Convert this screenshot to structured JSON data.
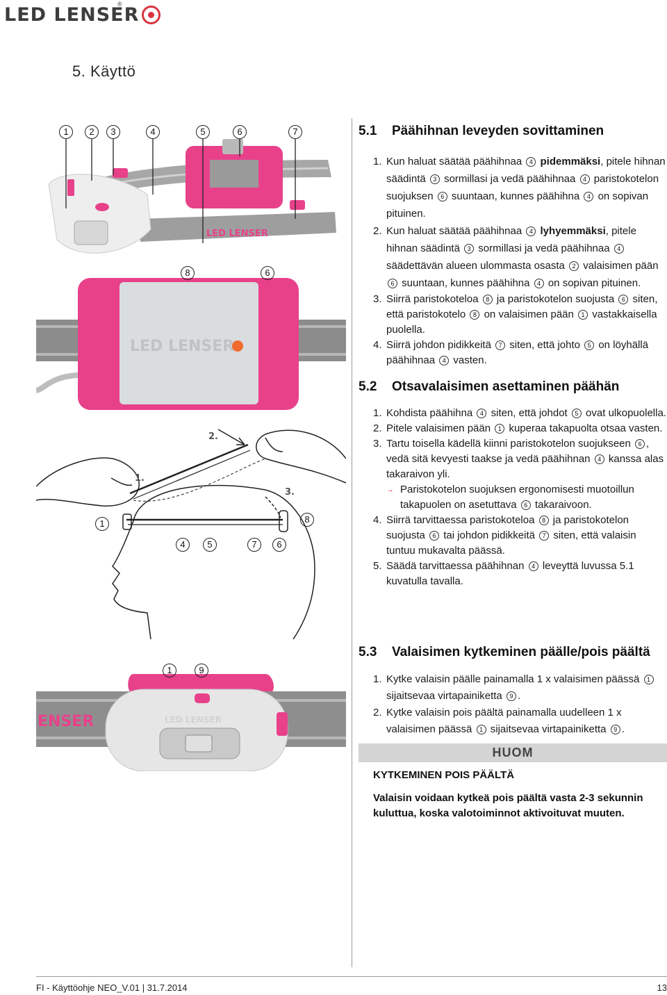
{
  "header": {
    "brand": "LED LENSER",
    "reg": "®",
    "chapter": "5. Käyttö"
  },
  "figure1": {
    "top_callouts": [
      "1",
      "2",
      "3",
      "4",
      "5",
      "6",
      "7"
    ],
    "mid_callouts": [
      "8",
      "6"
    ],
    "brand_text": "LED LENSER",
    "brand_text_2": "LED LENSER"
  },
  "figure2": {
    "steps": [
      "1.",
      "2.",
      "3."
    ],
    "callouts": [
      "1",
      "4",
      "5",
      "7",
      "6",
      "8"
    ]
  },
  "figure3": {
    "callouts": [
      "1",
      "9"
    ],
    "brand_text": "LED LENSER",
    "brand_text_2": "ENSER"
  },
  "section1": {
    "num": "5.1",
    "title": "Päähihnan leveyden sovittaminen",
    "steps": [
      {
        "n": "1.",
        "t1": "Kun haluat säätää päähihnaa",
        "c1": "4",
        "b1": "pidemmäksi",
        "t2": ", pitele hihnan säädintä",
        "c2": "3",
        "t3": "sormillasi ja vedä päähihnaa",
        "c3": "4",
        "t4": "paristokotelon suojuksen",
        "c4": "6",
        "t5": "suuntaan, kunnes päähihna",
        "c5": "4",
        "t6": "on sopivan pituinen."
      },
      {
        "n": "2.",
        "t1": "Kun haluat säätää päähihnaa",
        "c1": "4",
        "b1": "lyhyemmäksi",
        "t2": ", pitele hihnan säädintä",
        "c2": "3",
        "t3": "sormillasi ja vedä päähihnaa",
        "c3": "4",
        "t4": "säädettävän alueen ulommasta osasta",
        "c4": "2",
        "t5": "valaisimen pään",
        "c5": "6",
        "t6": "suuntaan, kunnes päähihna",
        "c6": "4",
        "t7": "on sopivan pituinen."
      },
      {
        "n": "3.",
        "t1": "Siirrä paristokoteloa",
        "c1": "8",
        "t2": "ja paristokotelon suojusta",
        "c2": "6",
        "t3": "siten, että paristokotelo",
        "c3": "8",
        "t4": "on valaisimen pään",
        "c4": "1",
        "t5": "vastakkaisella puolella."
      },
      {
        "n": "4.",
        "t1": "Siirrä johdon pidikkeitä",
        "c1": "7",
        "t2": "siten, että johto",
        "c2": "5",
        "t3": "on löyhällä päähihnaa",
        "c3": "4",
        "t4": "vasten."
      }
    ]
  },
  "section2": {
    "num": "5.2",
    "title": "Otsavalaisimen asettaminen päähän",
    "steps": [
      {
        "n": "1.",
        "t1": "Kohdista päähihna",
        "c1": "4",
        "t2": "siten, että johdot",
        "c2": "5",
        "t3": "ovat ulkopuolella."
      },
      {
        "n": "2.",
        "t1": "Pitele valaisimen pään",
        "c1": "1",
        "t2": "kuperaa takapuolta otsaa vasten."
      },
      {
        "n": "3.",
        "t1": "Tartu toisella kädellä kiinni paristokotelon suojukseen",
        "c1": "6",
        "t2": ", vedä sitä kevyesti taakse ja vedä päähihnan",
        "c2": "4",
        "t3": "kanssa alas takaraivon yli.",
        "sub": "Paristokotelon suojuksen ergonomisesti muotoillun takapuolen on asetuttava",
        "subc": "6",
        "sub2": "takaraivoon."
      },
      {
        "n": "4.",
        "t1": "Siirrä tarvittaessa paristokoteloa",
        "c1": "8",
        "t2": "ja paristokotelon suojusta",
        "c2": "6",
        "t3": "tai johdon pidikkeitä",
        "c3": "7",
        "t4": "siten, että valaisin tuntuu mukavalta päässä."
      },
      {
        "n": "5.",
        "t1": "Säädä tarvittaessa päähihnan",
        "c1": "4",
        "t2": "leveyttä luvussa 5.1 kuvatulla tavalla."
      }
    ]
  },
  "section3": {
    "num": "5.3",
    "title": "Valaisimen kytkeminen päälle/pois päältä",
    "steps": [
      {
        "n": "1.",
        "t1": "Kytke valaisin päälle painamalla 1 x valaisimen päässä",
        "c1": "1",
        "t2": "sijaitsevaa virtapainiketta",
        "c2": "9",
        "t3": "."
      },
      {
        "n": "2.",
        "t1": "Kytke valaisin pois päältä painamalla uudelleen 1 x valaisimen päässä",
        "c1": "1",
        "t2": "sijaitsevaa virtapainiketta",
        "c2": "9",
        "t3": "."
      }
    ]
  },
  "note": {
    "title": "HUOM",
    "heading": "KYTKEMINEN POIS PÄÄLTÄ",
    "body": "Valaisin voidaan kytkeä pois päältä vasta 2-3 sekunnin kuluttua, koska valotoiminnot aktivoituvat muuten."
  },
  "footer": {
    "left": "FI - Käyttöohje NEO_V.01 | 31.7.2014",
    "page": "13"
  },
  "colors": {
    "pink": "#e8418a",
    "gray_strap": "#8f8f8f",
    "logo_red": "#d9343e"
  }
}
